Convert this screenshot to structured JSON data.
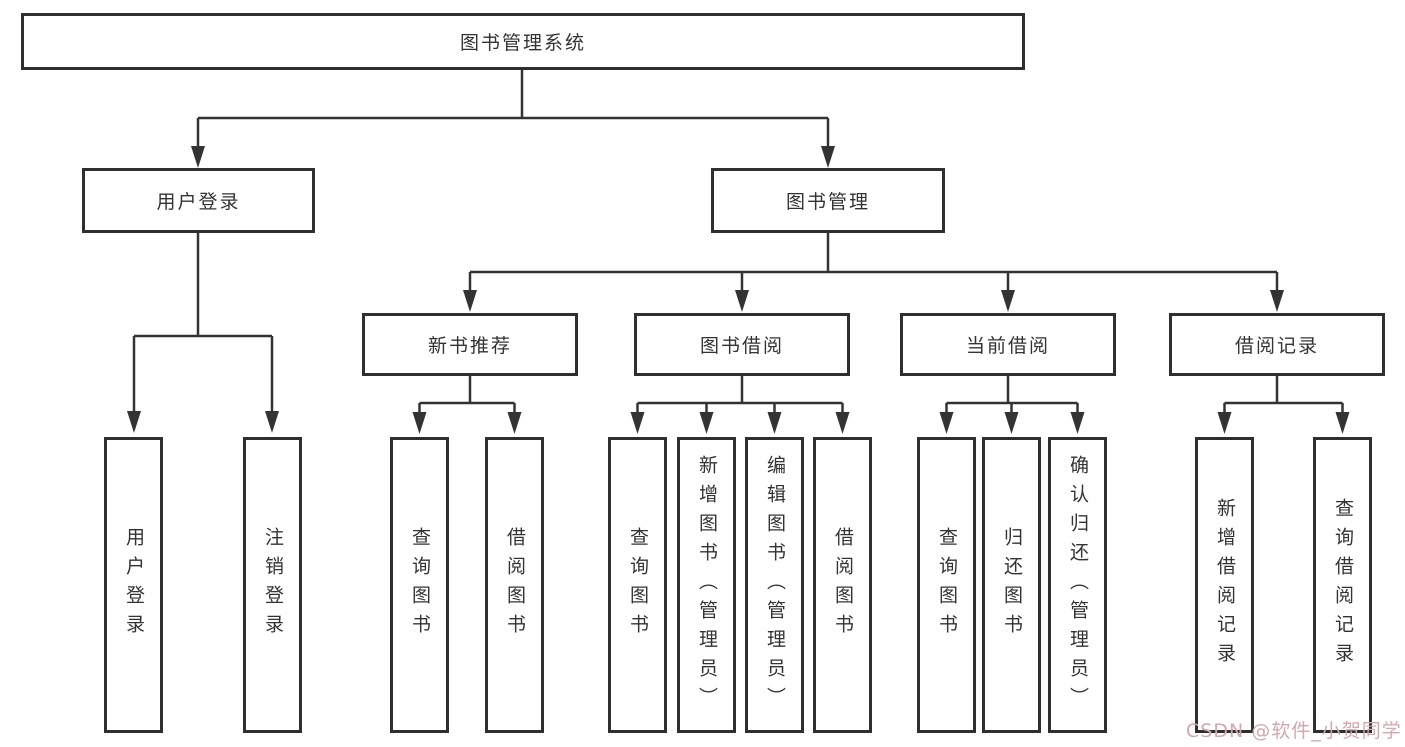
{
  "tree": {
    "root": {
      "label": "图书管理系统",
      "children": [
        {
          "label": "用户登录",
          "children": [
            {
              "label": "用户登录"
            },
            {
              "label": "注销登录"
            }
          ]
        },
        {
          "label": "图书管理",
          "children": [
            {
              "label": "新书推荐",
              "children": [
                {
                  "label": "查询图书"
                },
                {
                  "label": "借阅图书"
                }
              ]
            },
            {
              "label": "图书借阅",
              "children": [
                {
                  "label": "查询图书"
                },
                {
                  "label": "新增图书（管理员）"
                },
                {
                  "label": "编辑图书（管理员）"
                },
                {
                  "label": "借阅图书"
                }
              ]
            },
            {
              "label": "当前借阅",
              "children": [
                {
                  "label": "查询图书"
                },
                {
                  "label": "归还图书"
                },
                {
                  "label": "确认归还（管理员）"
                }
              ]
            },
            {
              "label": "借阅记录",
              "children": [
                {
                  "label": "新增借阅记录"
                },
                {
                  "label": "查询借阅记录"
                }
              ]
            }
          ]
        }
      ]
    }
  },
  "watermark": {
    "text": "CSDN @软件_小贺同学",
    "color": "#d2a7ad"
  },
  "colors": {
    "background": "#ffffff",
    "box_border": "#2f2f2f",
    "connector": "#333333",
    "text": "#333333"
  }
}
